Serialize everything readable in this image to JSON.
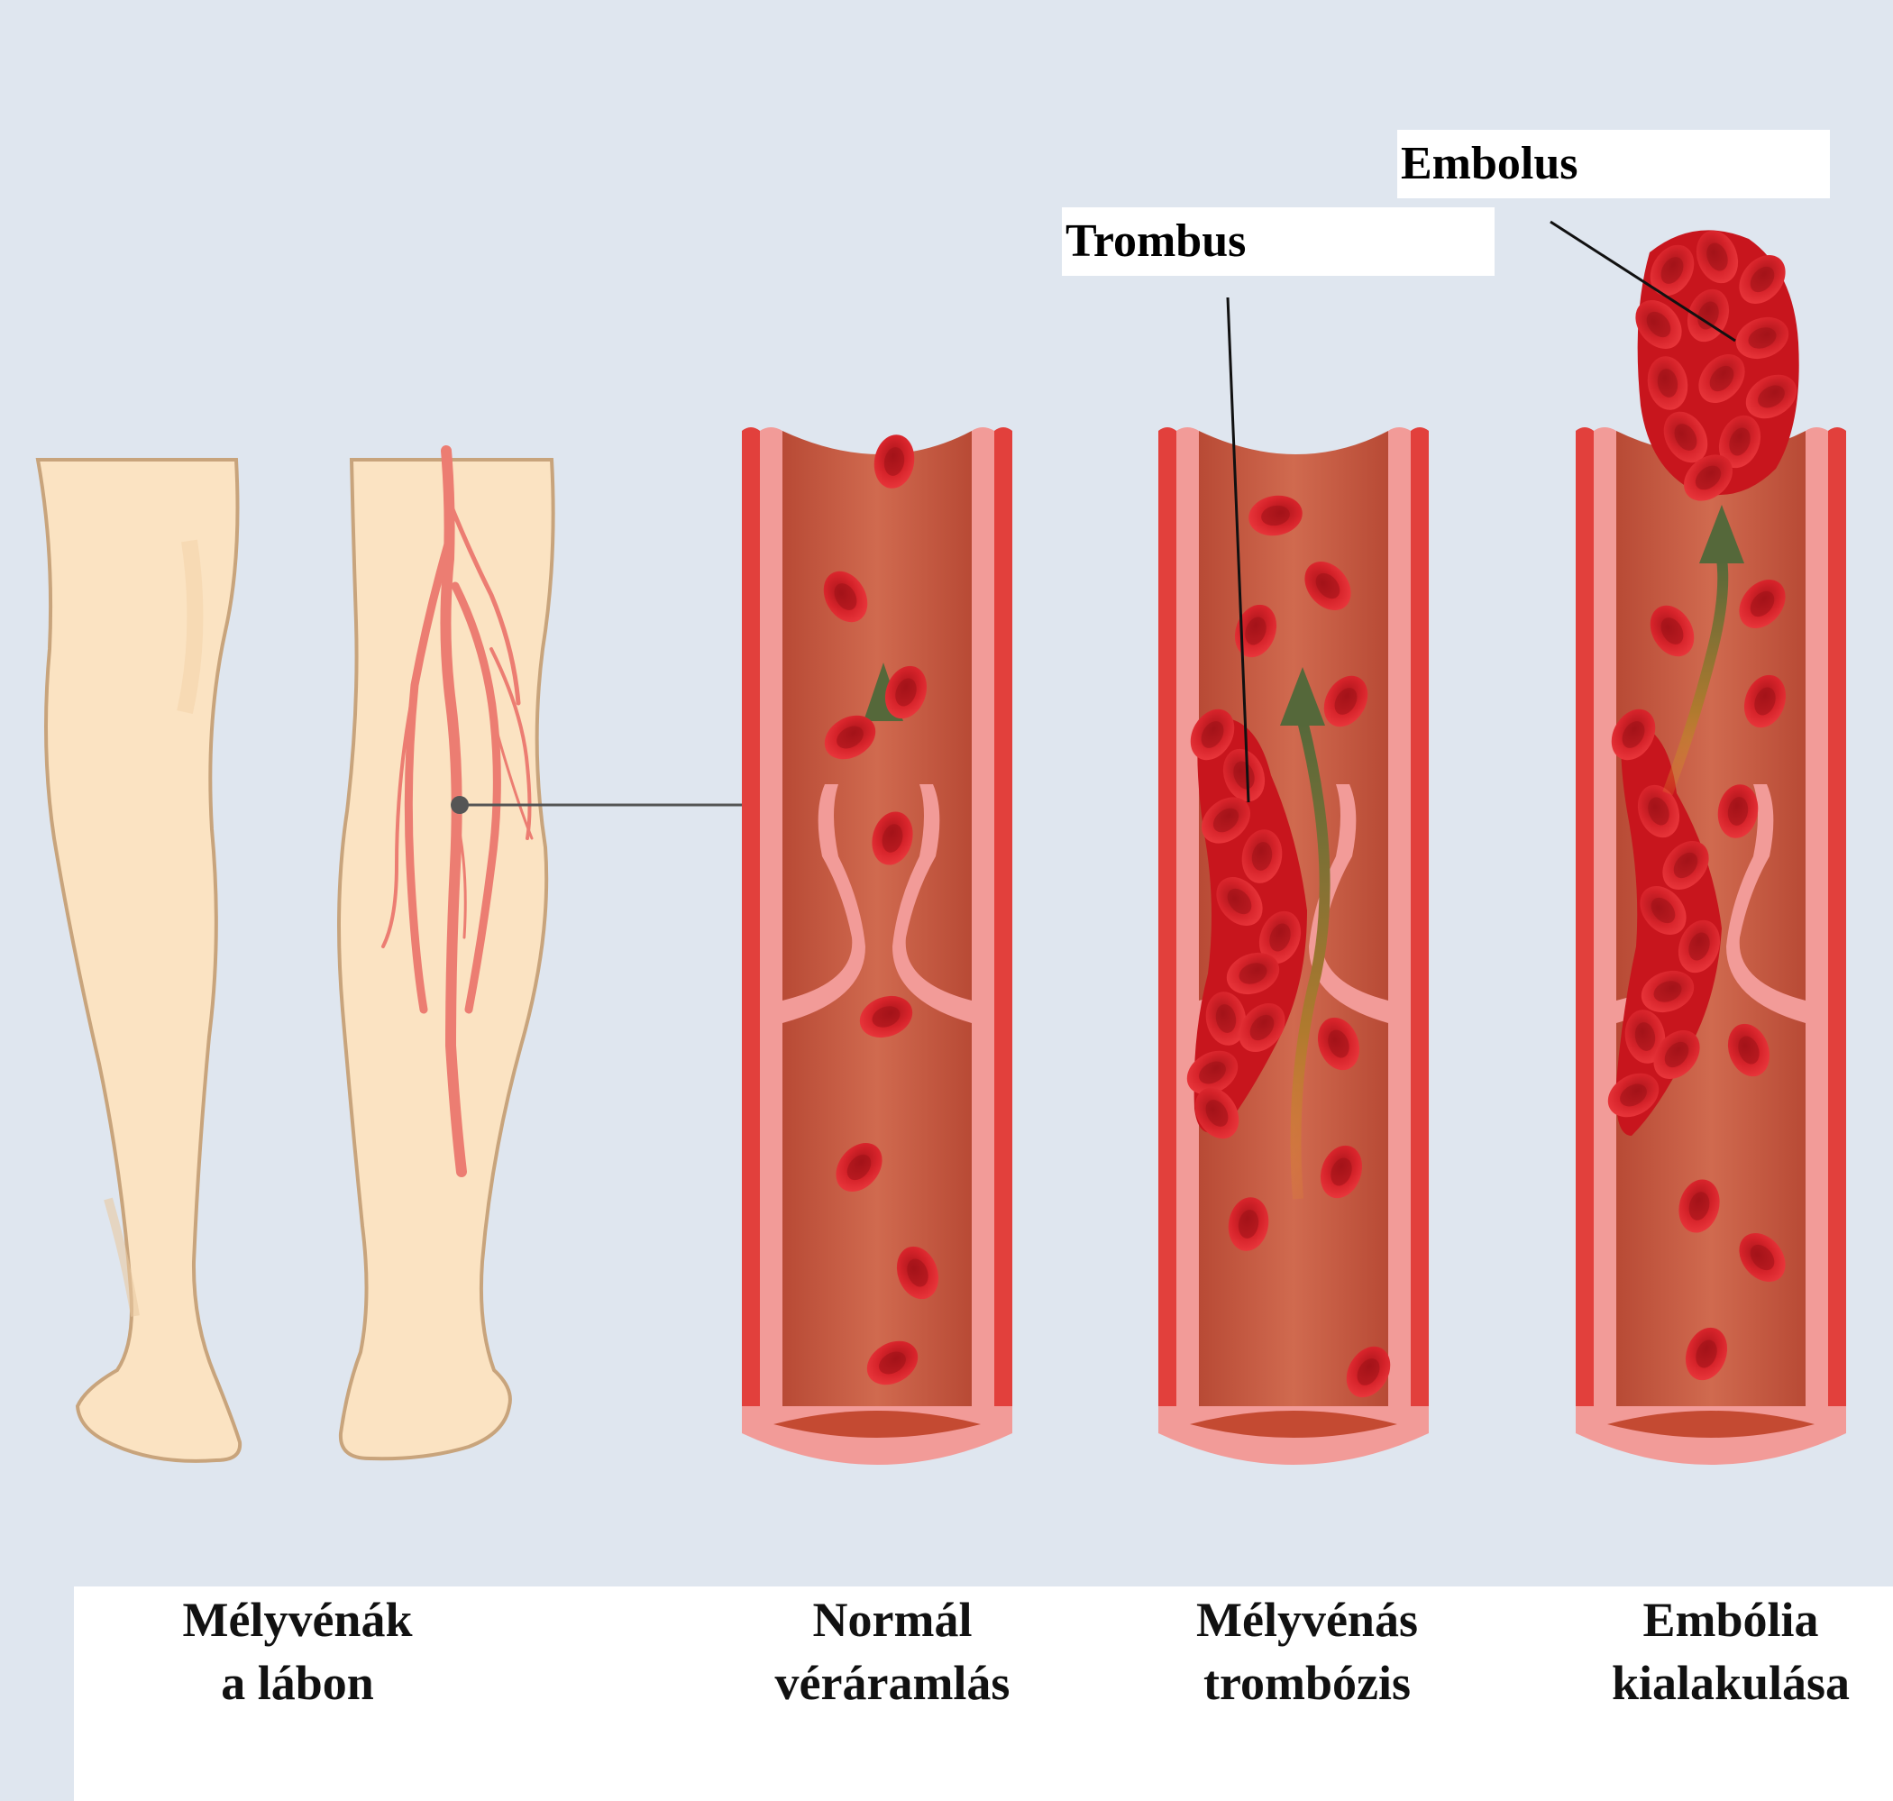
{
  "labels": {
    "embolus": "Embolus",
    "trombus": "Trombus"
  },
  "captions": {
    "legs": {
      "line1": "Mélyvénák",
      "line2": "a lábon"
    },
    "normal": {
      "line1": "Normál",
      "line2": "véráramlás"
    },
    "dvt": {
      "line1": "Mélyvénás",
      "line2": "trombózis"
    },
    "embolia": {
      "line1": "Embólia",
      "line2": "kialakulása"
    }
  },
  "colors": {
    "background": "#dfe6ef",
    "skin": "#fbe3c2",
    "skin_outline": "#c8a47c",
    "vein": "#ec7d72",
    "vessel_wall": "#f29b98",
    "vessel_inner": "#c8573e",
    "blood_cell": "#d11f24",
    "flow_arrow": "#5d6b3a"
  }
}
